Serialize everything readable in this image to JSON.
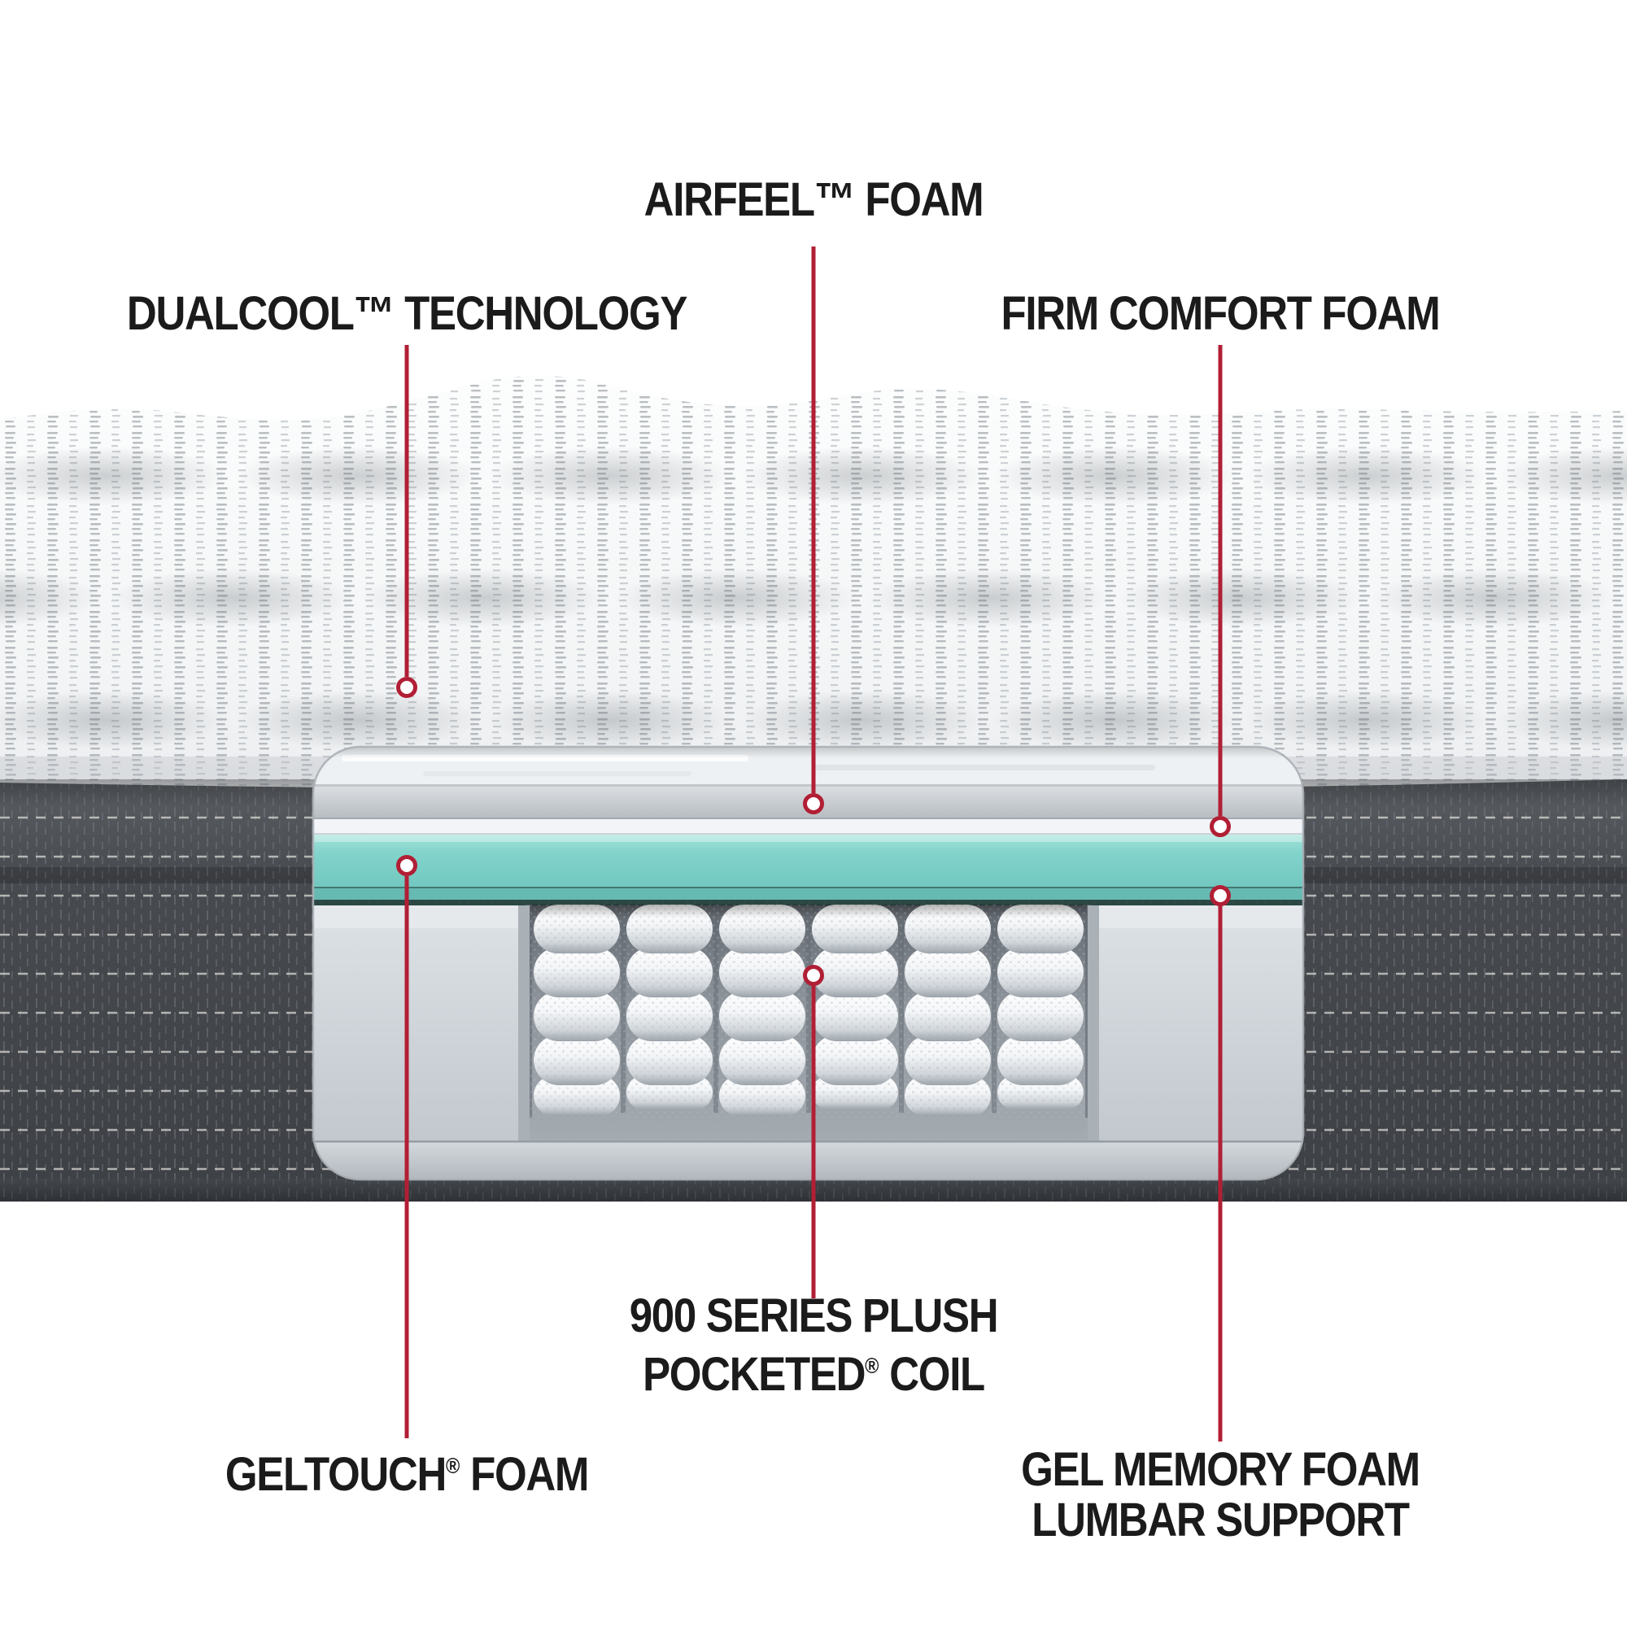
{
  "diagram": {
    "background_color": "#ffffff",
    "accent_color": "#b11f35",
    "label_color": "#1b1b1b",
    "callouts": {
      "airfeel": {
        "label": "AIRFEEL™ FOAM"
      },
      "dualcool": {
        "label": "DUALCOOL™ TECHNOLOGY"
      },
      "firm_comfort": {
        "label": "FIRM COMFORT FOAM"
      },
      "pocketed_coil": {
        "label_line1": "900 SERIES PLUSH",
        "label_line2": "POCKETED® COIL"
      },
      "geltouch": {
        "label": "GELTOUCH® FOAM"
      },
      "gel_memory": {
        "label_line1": "GEL MEMORY FOAM",
        "label_line2": "LUMBAR SUPPORT"
      }
    },
    "materials": {
      "quilt_top": "#f3f5f6",
      "side_fabric": "#45484d",
      "airfeel_band": "#c5cad0",
      "comfort_band": "#f2f4f8",
      "teal_foam": "#7fd2ca",
      "coil_fabric": "#f5f7f9",
      "rail_foam": "#c2c8cd"
    }
  }
}
